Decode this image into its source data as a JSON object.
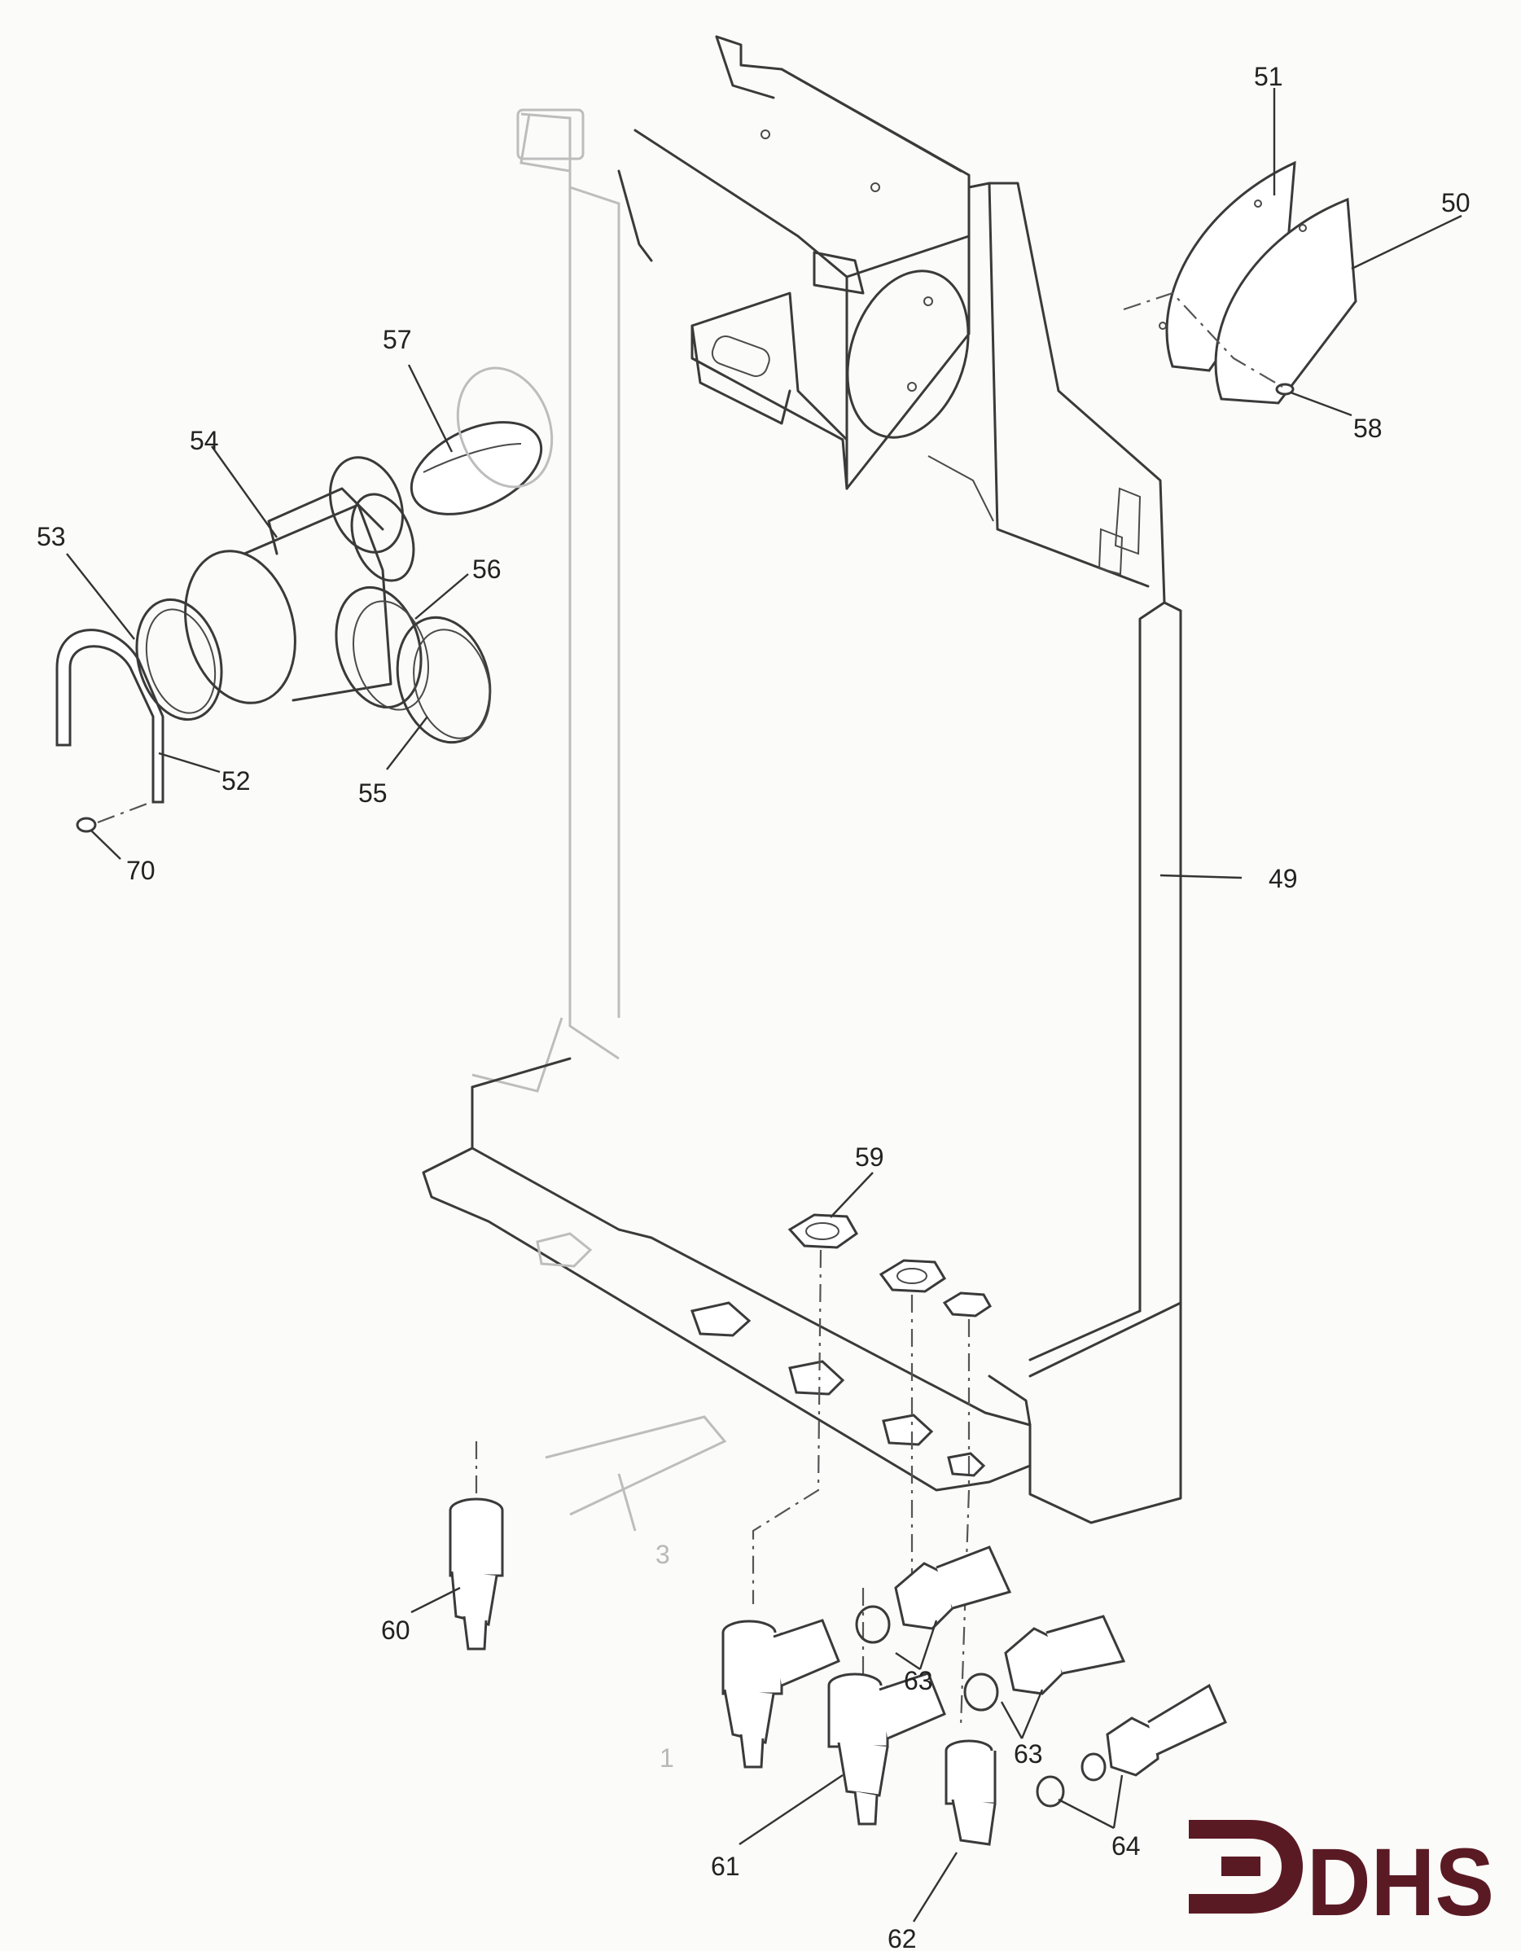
{
  "callouts": {
    "c49": "49",
    "c50": "50",
    "c51": "51",
    "c52": "52",
    "c53": "53",
    "c54": "54",
    "c55": "55",
    "c56": "56",
    "c57": "57",
    "c58": "58",
    "c59": "59",
    "c60": "60",
    "c61": "61",
    "c62": "62",
    "c63a": "63",
    "c63b": "63",
    "c64": "64",
    "c70": "70"
  },
  "faint_marks": {
    "m3": "3",
    "m1": "1"
  },
  "logo": {
    "text": "DHS",
    "color": "#5a1a24"
  }
}
